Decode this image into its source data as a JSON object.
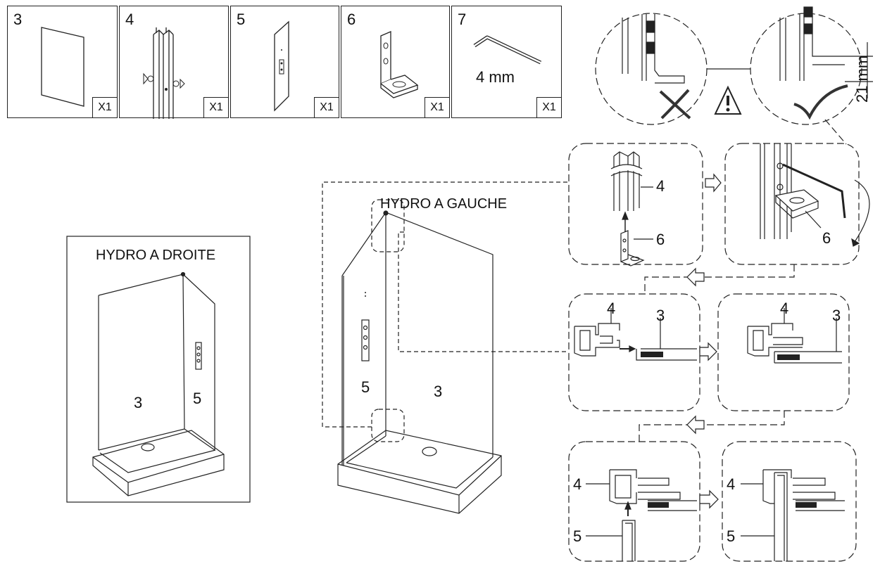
{
  "parts": [
    {
      "number": "3",
      "qty": "X1",
      "icon": "glass-panel-icon"
    },
    {
      "number": "4",
      "qty": "X1",
      "icon": "profile-rail-icon"
    },
    {
      "number": "5",
      "qty": "X1",
      "icon": "side-panel-icon"
    },
    {
      "number": "6",
      "qty": "X1",
      "icon": "l-bracket-icon"
    },
    {
      "number": "7",
      "qty": "X1",
      "icon": "hex-key-icon",
      "note": "4 mm"
    }
  ],
  "left_view": {
    "title": "HYDRO A DROITE",
    "label_a": "3",
    "label_b": "5"
  },
  "center_view": {
    "title": "HYDRO A GAUCHE",
    "label_a": "5",
    "label_b": "3"
  },
  "warning": {
    "dimension": "21 mm"
  },
  "steps": {
    "step1": {
      "label_rail": "4",
      "label_bracket": "6"
    },
    "step2": {
      "label_bracket": "6"
    },
    "step3": {
      "label_rail": "4",
      "label_panel": "3"
    },
    "step4": {
      "label_rail": "4",
      "label_panel": "3"
    },
    "step5": {
      "label_rail": "4",
      "label_panel": "5"
    },
    "step6": {
      "label_rail": "4",
      "label_panel": "5"
    }
  }
}
